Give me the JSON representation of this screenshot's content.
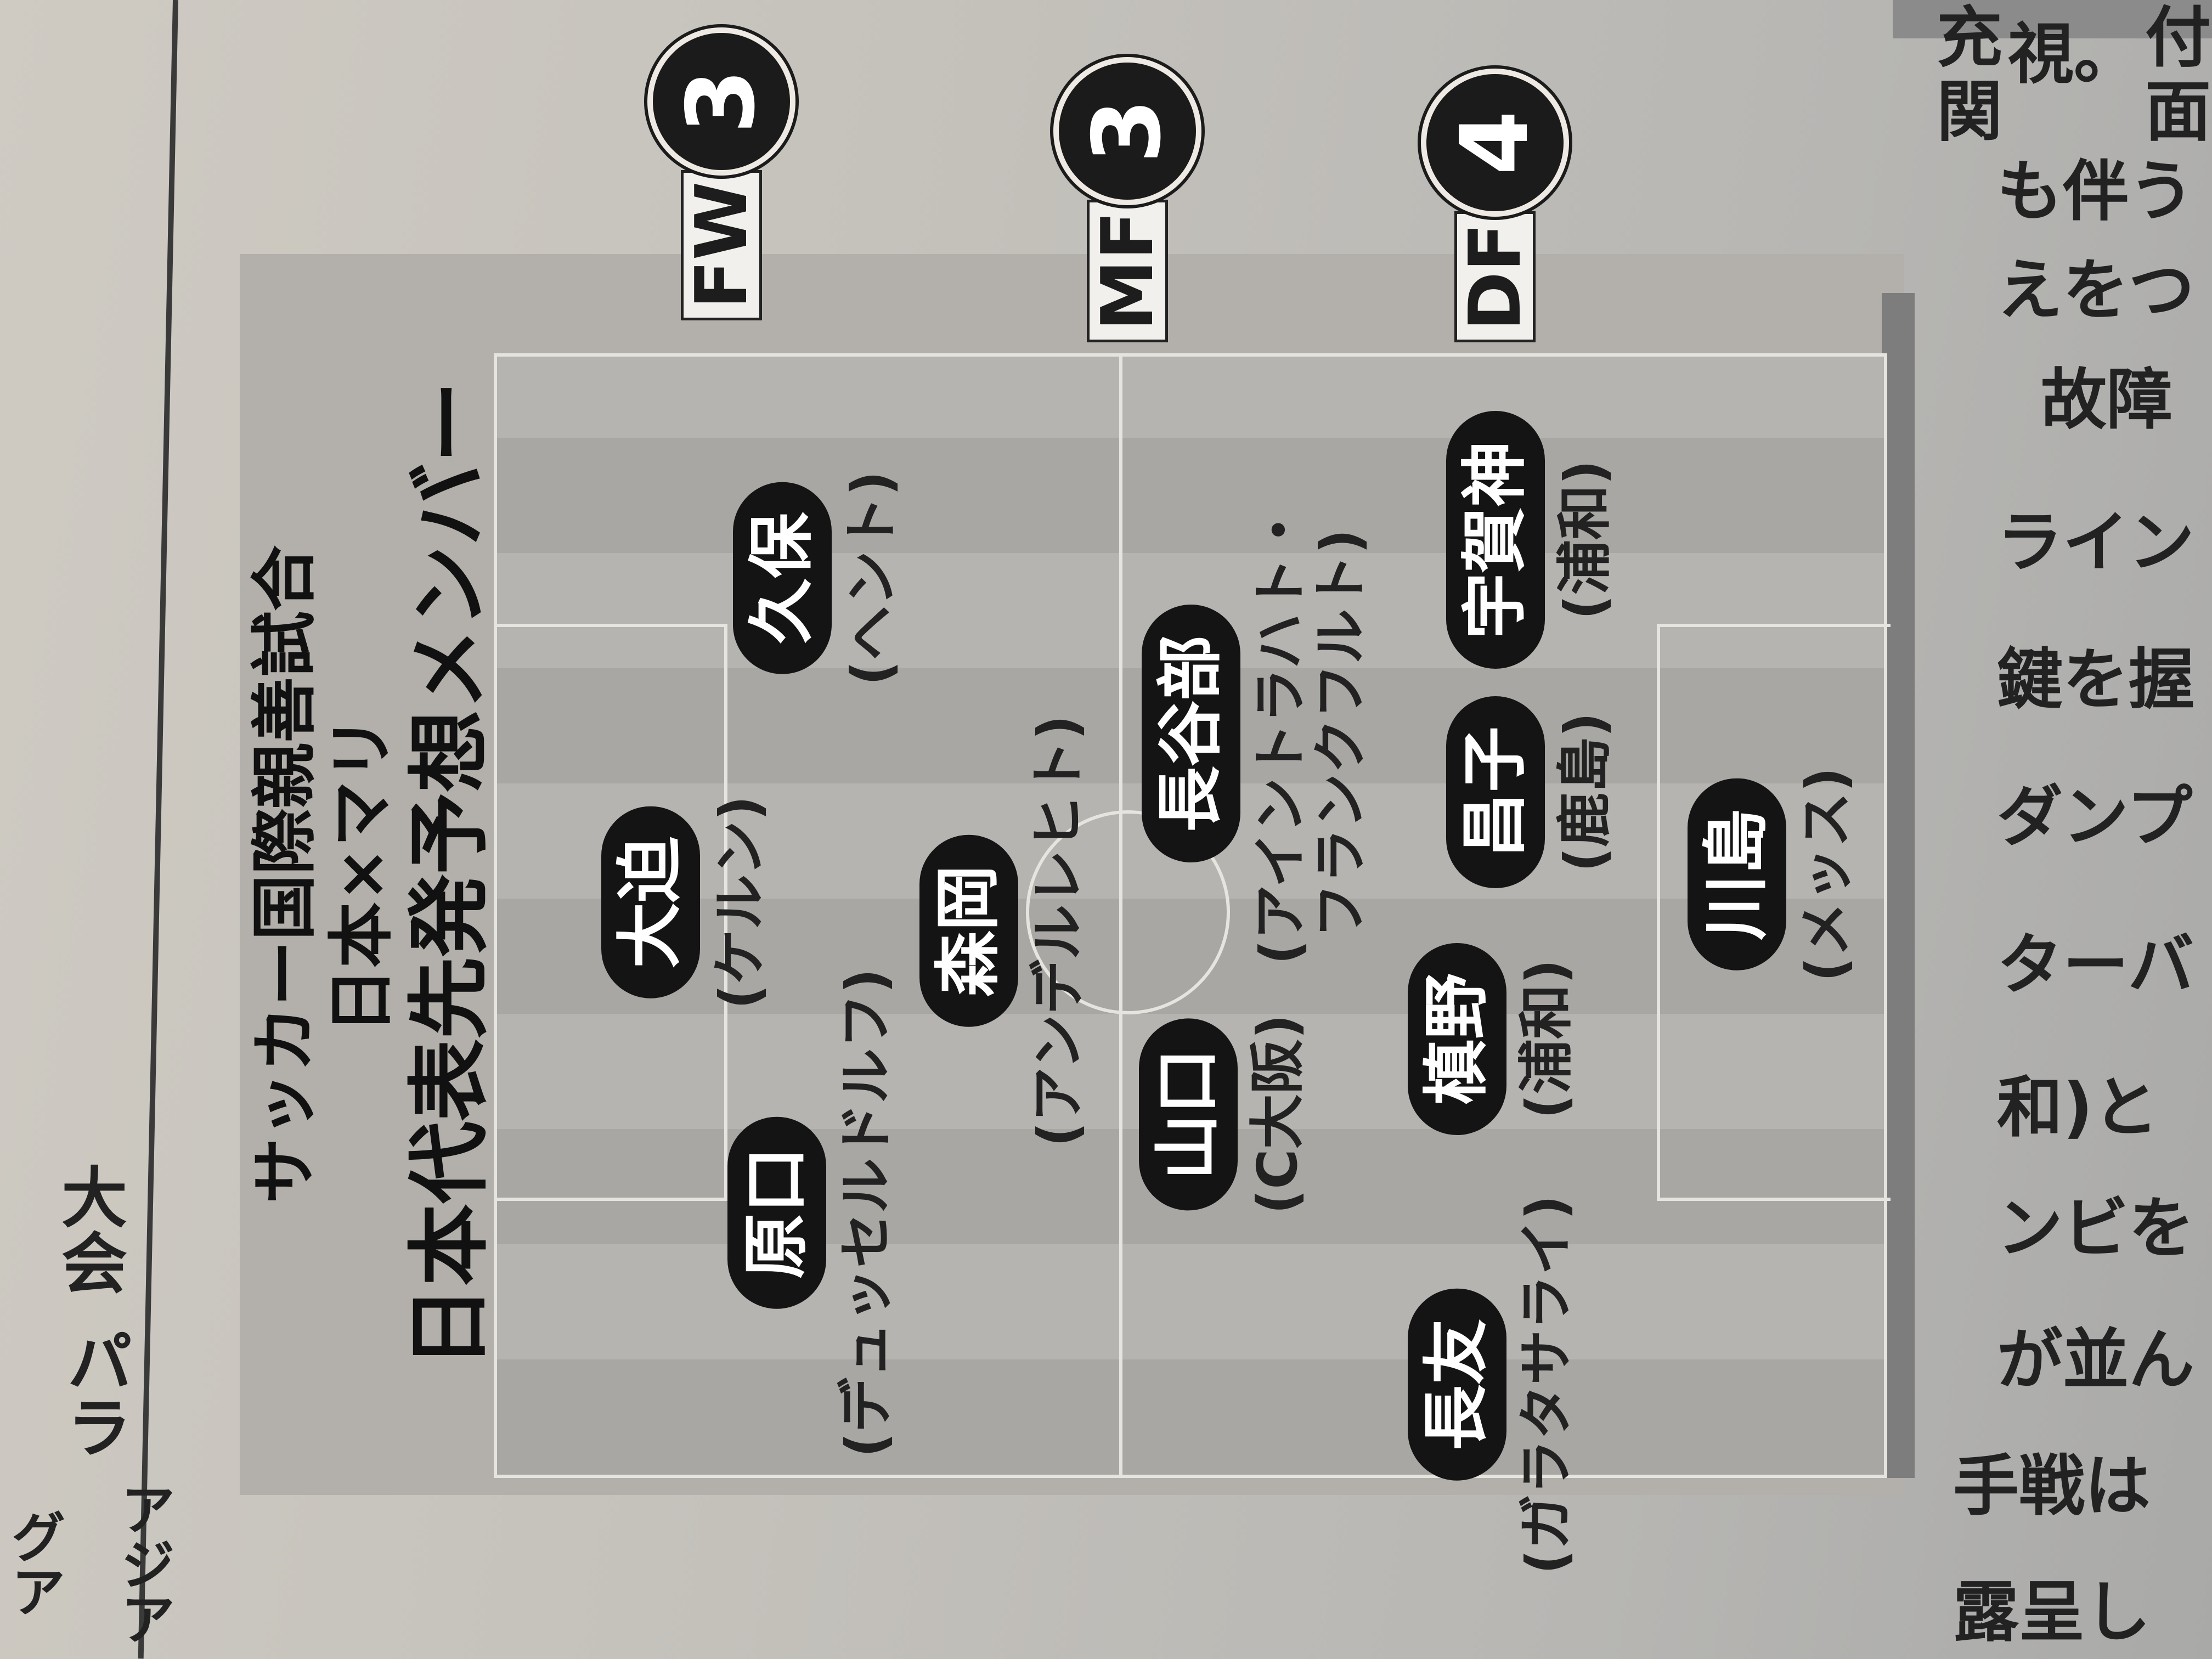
{
  "graphic": {
    "title_line1": "サッカー国際親善試合",
    "title_line2": "日本×マリ",
    "title_line3": "日本代表先発予想メンバー",
    "positions": [
      {
        "label": "FW",
        "count": "3"
      },
      {
        "label": "MF",
        "count": "3"
      },
      {
        "label": "DF",
        "count": "4"
      }
    ],
    "players": [
      {
        "name": "原口",
        "club": "(デュッセルドルフ)"
      },
      {
        "name": "大迫",
        "club": "(ケルン)"
      },
      {
        "name": "久保",
        "club": "(ヘント)"
      },
      {
        "name": "森岡",
        "club": "(アンデルレヒト)"
      },
      {
        "name": "長谷部",
        "club": "(アイントラハト・フランクフルト)"
      },
      {
        "name": "山口",
        "club": "(C大阪)"
      },
      {
        "name": "長友",
        "club": "(ガラタサライ)"
      },
      {
        "name": "槙野",
        "club": "(浦和)"
      },
      {
        "name": "昌子",
        "club": "(鹿島)"
      },
      {
        "name": "宇賀神",
        "club": "(浦和)"
      },
      {
        "name": "川島",
        "club": "(メッス)"
      }
    ]
  },
  "side_text": {
    "left": [
      "大会",
      "パラ",
      "アジア",
      "グア"
    ],
    "top": [
      "充",
      "関",
      "視。",
      "付",
      "面"
    ],
    "right": [
      "も伴う",
      "えをつ",
      "故障",
      "ライン",
      "鍵を握",
      "ダンプ",
      "ターバ",
      "和)と",
      "ンビを",
      "が並ん",
      "手戦は",
      "露呈し"
    ]
  }
}
